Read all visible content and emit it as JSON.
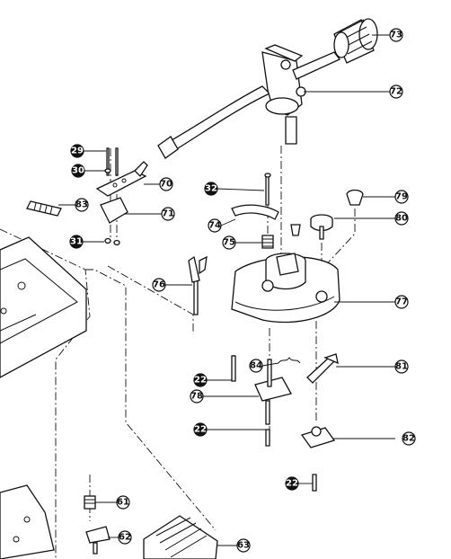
{
  "callouts": {
    "c73": "73",
    "c72": "72",
    "c29": "29",
    "c30": "30",
    "c70": "70",
    "c83": "83",
    "c71": "71",
    "c32": "32",
    "c79": "79",
    "c80": "80",
    "c74": "74",
    "c75": "75",
    "c31": "31",
    "c76": "76",
    "c77": "77",
    "c81": "81",
    "c84": "84",
    "c22a": "22",
    "c78": "78",
    "c22b": "22",
    "c82": "82",
    "c22c": "22",
    "c61": "61",
    "c62": "62",
    "c63": "63"
  }
}
